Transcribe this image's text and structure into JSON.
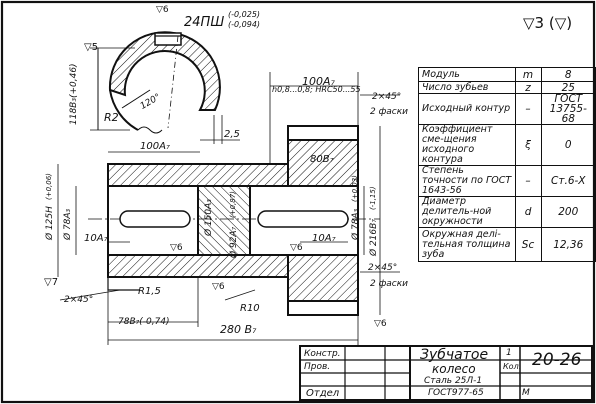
{
  "title_block": {
    "part_name_line1": "Зубчатое",
    "part_name_line2": "колесо",
    "designation": "20-26",
    "material_line1": "Сталь 25Л-1",
    "material_line2": "ГОСТ977-65",
    "qty": "1",
    "qty_label": "Кол.",
    "scale_label": "М",
    "rows": [
      "Констр.",
      "Пров.",
      "",
      "Отдел"
    ]
  },
  "roughness_general": "▽3 (▽)",
  "param_table": {
    "rows": [
      {
        "name": "Модуль",
        "sym": "m",
        "val": "8"
      },
      {
        "name": "Число зубьев",
        "sym": "z",
        "val": "25"
      },
      {
        "name": "Исходный контур",
        "sym": "–",
        "val": "ГОСТ 13755-68"
      },
      {
        "name": "Коэффициент сме-щения исходного контура",
        "sym": "ξ",
        "val": "0"
      },
      {
        "name": "Степень точности по ГОСТ 1643-56",
        "sym": "–",
        "val": "Ст.6-Х"
      },
      {
        "name": "Диаметр делитель-ной окружности",
        "sym": "d",
        "val": "200"
      },
      {
        "name": "Окружная делi-тельная толщина зуба",
        "sym": "Sc",
        "val": "12,36"
      }
    ]
  },
  "dims": {
    "keyway_width": "24ПШ",
    "keyway_tol_upper": "(-0,025)",
    "keyway_tol_lower": "(-0,094)",
    "keyway_depth": "118В₃(+0,46)",
    "radius_r2": "R2",
    "angle_120": "120°",
    "dim_2_5": "2,5",
    "rough_top_left": "▽5",
    "rough_top": "▽6",
    "len_100a7_top": "100А₇",
    "hardening": "h0,8...0,8; HRC50...55",
    "chamfer_top": "2×45°",
    "chamfer_top_label": "2 фаски",
    "len_100a7_hub": "100А₇",
    "hub_80b7": "80В₇",
    "dia_125h": "Ø 125Н",
    "dia_125h_tol": "(+0,06)",
    "dia_78a3_left": "Ø 78А₃",
    "dia_150a3": "Ø 150А₃",
    "dia_92a7": "Ø 92А₇",
    "dia_92a7_tol": "(+0,87)",
    "dia_78a3_right": "Ø 78А₃",
    "dia_78a3_right_tol": "(+0,03)",
    "dia_216b7": "Ø 216В₇",
    "dia_216b7_tol": "(-1,15)",
    "len_10a7_left": "10А₇",
    "len_10a7_right": "10А₇",
    "rough_d7": "▽7",
    "rough_d6_a": "▽6",
    "rough_d6_b": "▽6",
    "rough_d6_c": "▽6",
    "rough_d6_d": "▽6",
    "chamfer_left": "2×45°",
    "r1_5": "R1,5",
    "r10": "R10",
    "len_78b7": "78В₇(-0,74)",
    "len_280b7": "280 В₇",
    "chamfer_right": "2×45°",
    "chamfer_right_label": "2 фаски"
  }
}
